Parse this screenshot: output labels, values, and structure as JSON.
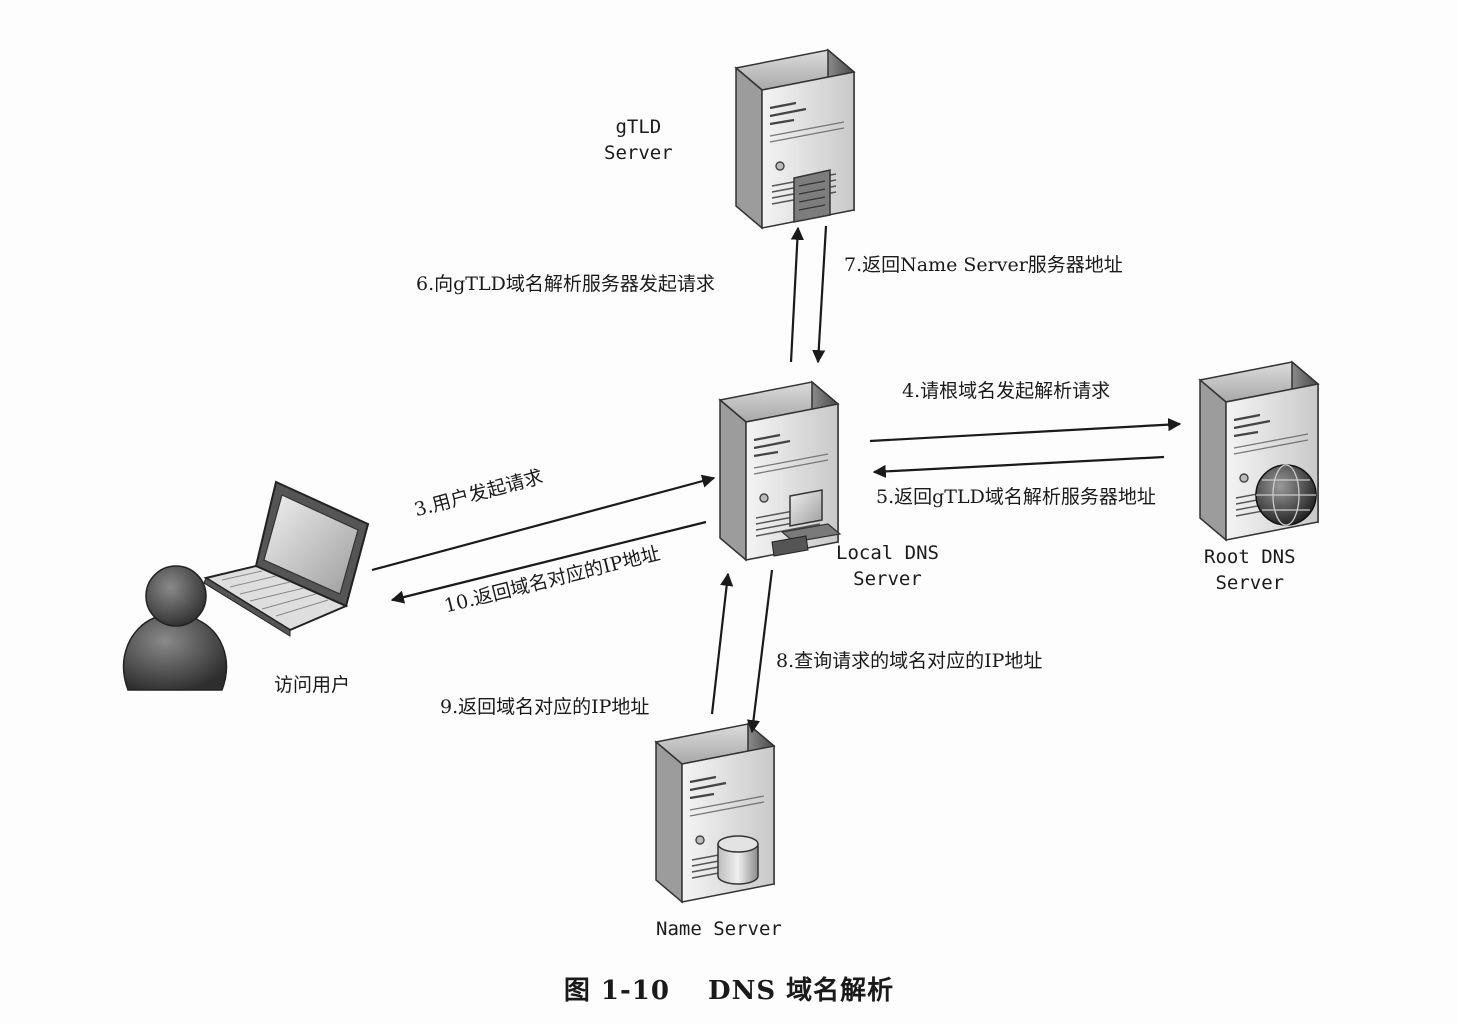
{
  "nodes": {
    "gtld": {
      "name_line1": "gTLD",
      "name_line2": "Server"
    },
    "local_dns": {
      "name_line1": "Local DNS",
      "name_line2": "Server"
    },
    "root_dns": {
      "name_line1": "Root DNS",
      "name_line2": "Server"
    },
    "name_server": {
      "name": "Name Server"
    },
    "user": {
      "name": "访问用户"
    }
  },
  "steps": {
    "s3": "3.用户发起请求",
    "s4": "4.请根域名发起解析请求",
    "s5": "5.返回gTLD域名解析服务器地址",
    "s6": "6.向gTLD域名解析服务器发起请求",
    "s7": "7.返回Name Server服务器地址",
    "s8": "8.查询请求的域名对应的IP地址",
    "s9": "9.返回域名对应的IP地址",
    "s10": "10.返回域名对应的IP地址"
  },
  "caption": {
    "figure_no": "图 1-10",
    "title": "DNS 域名解析"
  },
  "colors": {
    "ink": "#1a1a1a",
    "server_light": "#e6e6e6",
    "server_dark": "#6e6e6e"
  }
}
